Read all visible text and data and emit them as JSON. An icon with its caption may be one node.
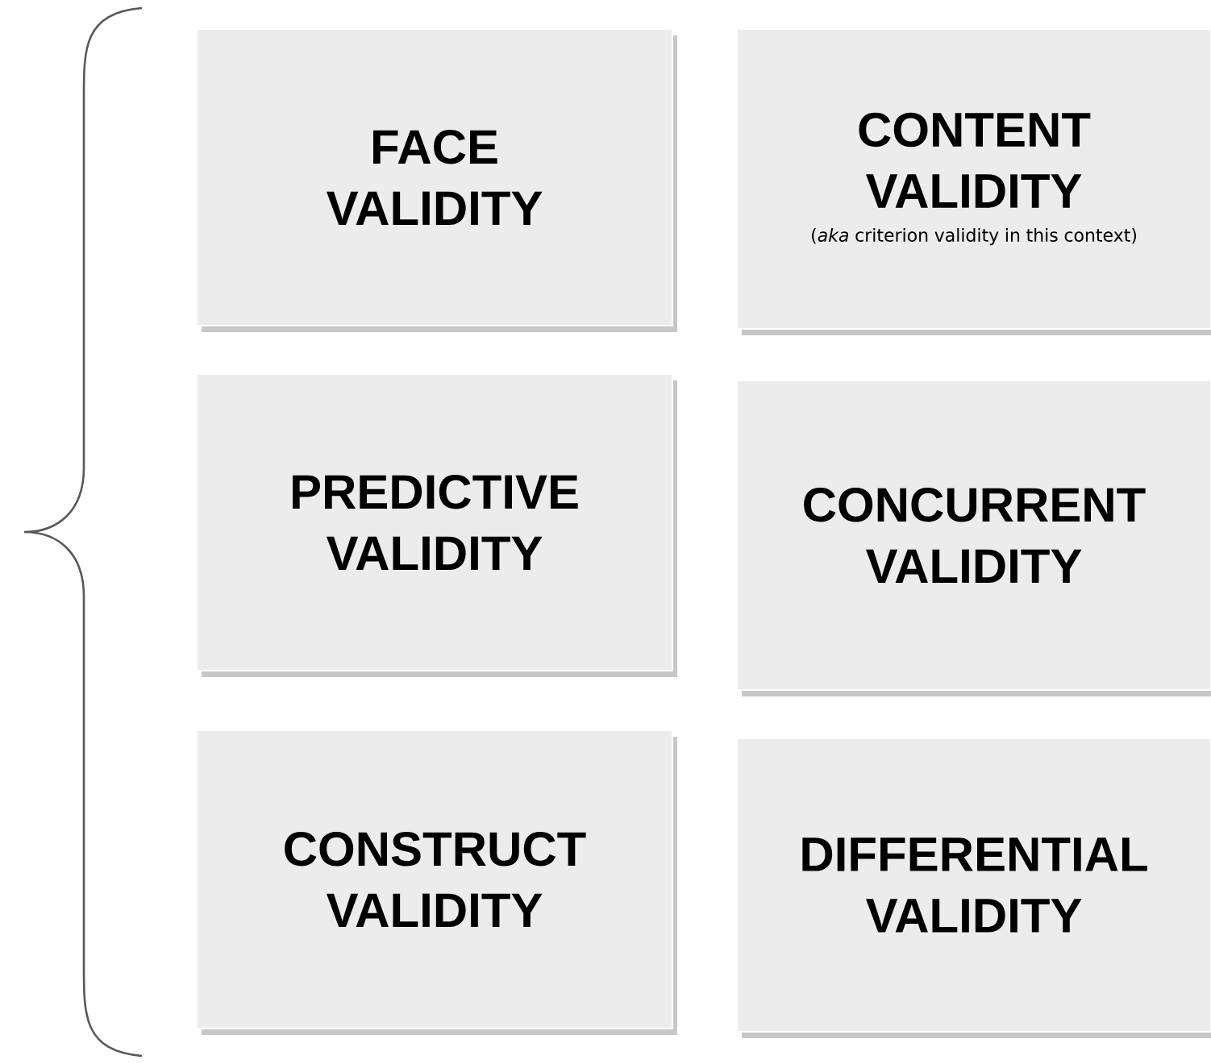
{
  "diagram": {
    "nodes": [
      {
        "text": [
          "FACE VALIDITY"
        ]
      },
      {
        "text": [
          "CONTENT VALIDITY",
          "(*aka* criterion validity in this context)"
        ]
      },
      {
        "text": [
          "PREDICTIVE VALIDITY"
        ]
      },
      {
        "text": [
          "CONCURRENT VALIDITY"
        ]
      },
      {
        "text": [
          "CONSTRUCT VALIDITY"
        ]
      },
      {
        "text": [
          "DIFFERENTIAL VALIDITY"
        ]
      }
    ]
  }
}
